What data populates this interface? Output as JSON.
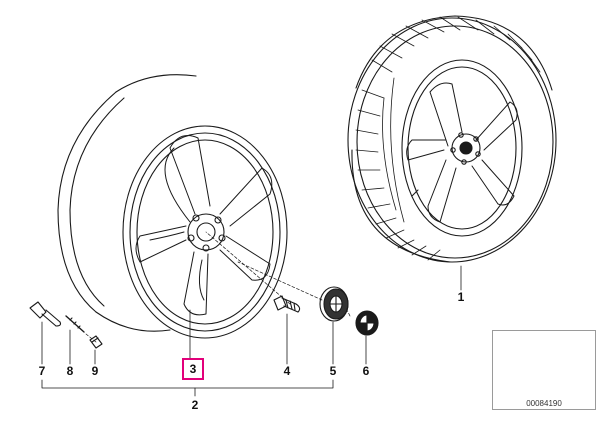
{
  "callouts": {
    "c1": "1",
    "c2": "2",
    "c3": "3",
    "c4": "4",
    "c5": "5",
    "c6": "6",
    "c7": "7",
    "c8": "8",
    "c9": "9"
  },
  "highlighted_callout": "3",
  "colors": {
    "line": "#1a1a1a",
    "highlight": "#e2007a",
    "thumb_border": "#9a9a9a"
  },
  "thumbnail": {
    "catalog_number": "00084190"
  }
}
